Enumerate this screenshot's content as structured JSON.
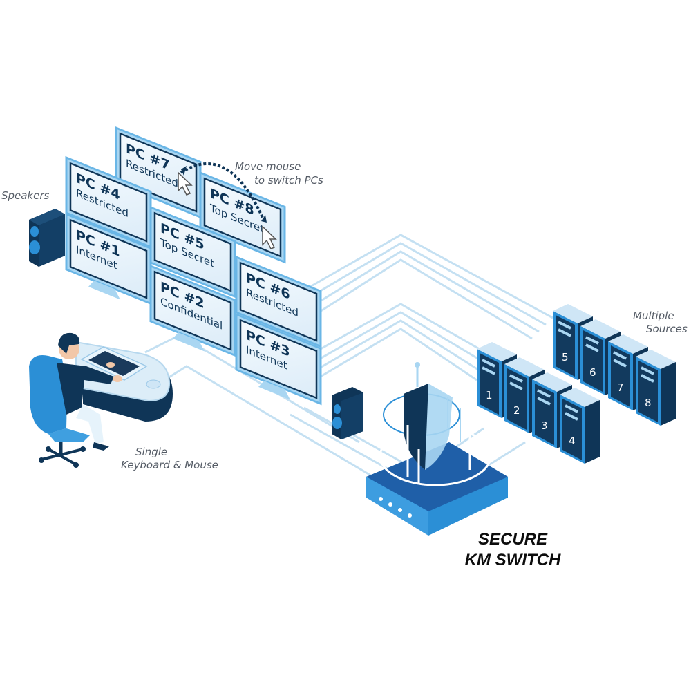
{
  "title": {
    "line1": "SECURE",
    "line2": "KM SWITCH"
  },
  "labels": {
    "speakers": "Speakers",
    "move_mouse_line1": "Move mouse",
    "move_mouse_line2": "to switch PCs",
    "multiple_sources_line1": "Multiple",
    "multiple_sources_line2": "Sources",
    "keyboard_line1": "Single",
    "keyboard_line2": "Keyboard & Mouse"
  },
  "monitors": [
    {
      "pc": "PC #7",
      "classification": "Restricted"
    },
    {
      "pc": "PC #4",
      "classification": "Restricted"
    },
    {
      "pc": "PC #8",
      "classification": "Top Secret"
    },
    {
      "pc": "PC #1",
      "classification": "Internet"
    },
    {
      "pc": "PC #5",
      "classification": "Top Secret"
    },
    {
      "pc": "PC #6",
      "classification": "Restricted"
    },
    {
      "pc": "PC #2",
      "classification": "Confidential"
    },
    {
      "pc": "PC #3",
      "classification": "Internet"
    }
  ],
  "servers": [
    "5",
    "6",
    "7",
    "8",
    "1",
    "2",
    "3",
    "4"
  ],
  "colors": {
    "navy": "#0f3557",
    "blue": "#2b8fd6",
    "light_blue": "#a9d6f2",
    "pale": "#e6f3fb",
    "cable": "#c4e0f2"
  }
}
